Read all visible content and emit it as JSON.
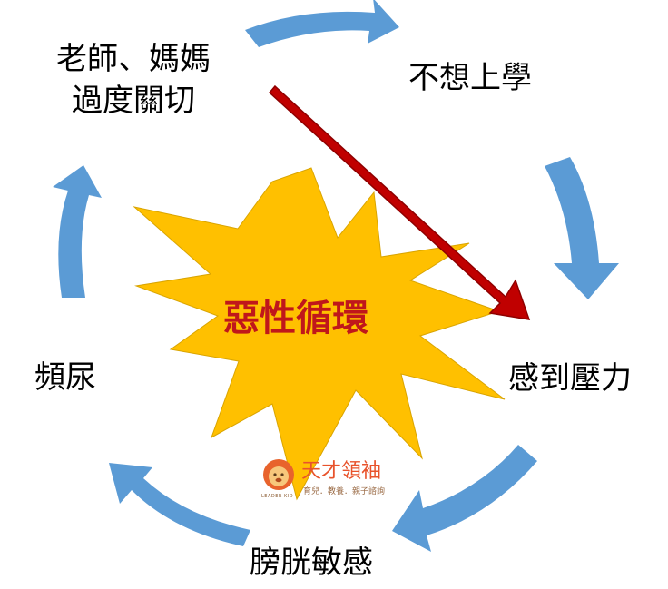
{
  "nodes": {
    "top_left_line1": "老師、媽媽",
    "top_left_line2": "過度關切",
    "top_right": "不想上學",
    "right": "感到壓力",
    "bottom": "膀胱敏感",
    "left": "頻尿"
  },
  "center": {
    "label": "惡性循環"
  },
  "logo": {
    "name": "天才領袖",
    "tagline": "育兒．教養．親子諮詢",
    "english": "LEADER KID"
  },
  "colors": {
    "cycle_arrow": "#5b9bd5",
    "burst_fill": "#ffc000",
    "diagonal_arrow": "#c00000",
    "center_text": "#c0171b"
  }
}
